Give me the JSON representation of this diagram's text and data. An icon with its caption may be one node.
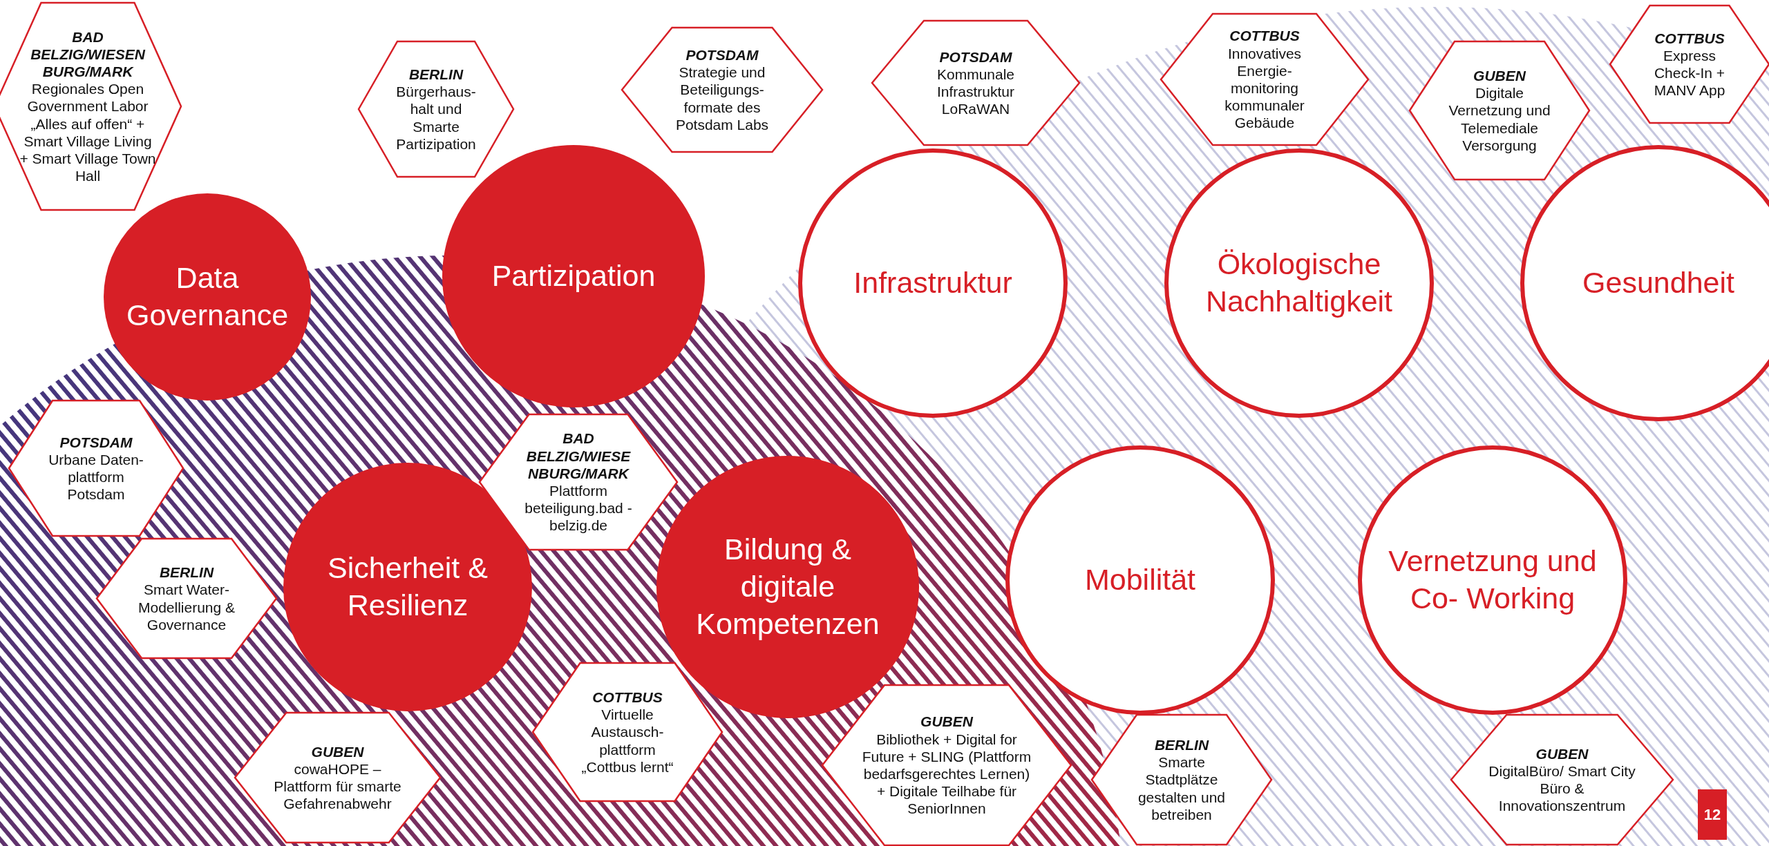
{
  "diagram": {
    "nodes": [
      {
        "text": [
          "Data Governance"
        ]
      },
      {
        "text": [
          "BAD BELZIG/WIESEN BURG/MARK",
          "Regionales Open Government Labor „Alles auf offen“ + Smart Village Living + Smart Village Town Hall"
        ]
      },
      {
        "text": [
          "POTSDAM",
          "Urbane Daten- plattform Potsdam"
        ]
      },
      {
        "text": [
          "Partizipation"
        ]
      },
      {
        "text": [
          "BERLIN",
          "Bürgerhaus- halt und Smarte Partizipation"
        ]
      },
      {
        "text": [
          "POTSDAM",
          "Strategie und Beteiligungs- formate des Potsdam Labs"
        ]
      },
      {
        "text": [
          "BAD BELZIG/WIESE NBURG/MARK",
          "Plattform beteiligung.bad -belzig.de"
        ]
      },
      {
        "text": [
          "Infrastruktur"
        ]
      },
      {
        "text": [
          "POTSDAM",
          "Kommunale Infrastruktur LoRaWAN"
        ]
      },
      {
        "text": [
          "Ökologische Nachhaltigkeit"
        ]
      },
      {
        "text": [
          "COTTBUS",
          "Innovatives Energie- monitoring kommunaler Gebäude"
        ]
      },
      {
        "text": [
          "Gesundheit"
        ]
      },
      {
        "text": [
          "GUBEN",
          "Digitale Vernetzung und Telemediale Versorgung"
        ]
      },
      {
        "text": [
          "COTTBUS",
          "Express Check-In + MANV App"
        ]
      },
      {
        "text": [
          "Sicherheit & Resilienz"
        ]
      },
      {
        "text": [
          "BERLIN",
          "Smart Water- Modellierung & Governance"
        ]
      },
      {
        "text": [
          "GUBEN",
          "cowaHOPE – Plattform für smarte Gefahrenabwehr"
        ]
      },
      {
        "text": [
          "Bildung & digitale Kompetenzen"
        ]
      },
      {
        "text": [
          "COTTBUS",
          "Virtuelle Austausch- plattform „Cottbus lernt“"
        ]
      },
      {
        "text": [
          "GUBEN",
          "Bibliothek + Digital for Future + SLING (Plattform bedarfsgerechtes Lernen) + Digitale Teilhabe für SeniorInnen"
        ]
      },
      {
        "text": [
          "Mobilität"
        ]
      },
      {
        "text": [
          "BERLIN",
          "Smarte Stadtplätze gestalten und betreiben"
        ]
      },
      {
        "text": [
          "Vernetzung und Co- Working"
        ]
      },
      {
        "text": [
          "GUBEN",
          "DigitalBüro/ Smart City Büro & Innovationszentrum"
        ]
      }
    ],
    "labels": [
      "12"
    ]
  }
}
